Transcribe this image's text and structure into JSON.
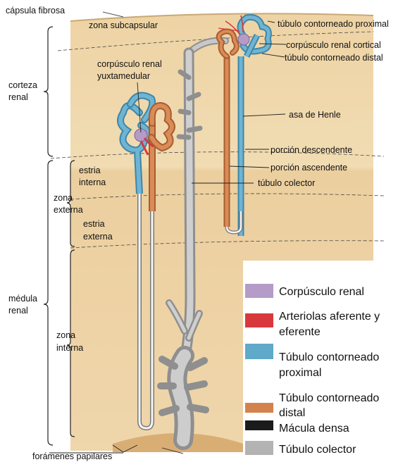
{
  "labels": {
    "capsula_fibrosa": "cápsula fibrosa",
    "zona_subcapsular": "zona subcapsular",
    "corteza_renal_1": "corteza",
    "corteza_renal_2": "renal",
    "corpusculo_yuxta_1": "corpúsculo renal",
    "corpusculo_yuxta_2": "yuxtamedular",
    "tubulo_contorneado_proximal": "túbulo contorneado proximal",
    "corpusculo_renal_cortical": "corpúsculo renal cortical",
    "tubulo_contorneado_distal": "túbulo contorneado distal",
    "asa_de_henle": "asa de Henle",
    "porcion_descendente": "porción descendente",
    "porcion_ascendente": "porción ascendente",
    "tubulo_colector": "túbulo colector",
    "estria_interna_1": "estria",
    "estria_interna_2": "interna",
    "zona_externa_1": "zona",
    "zona_externa_2": "externa",
    "estria_externa_1": "estria",
    "estria_externa_2": "externa",
    "medula_renal_1": "médula",
    "medula_renal_2": "renal",
    "zona_interna_1": "zona",
    "zona_interna_2": "interna",
    "foramenes_papilares": "forámenes papilares"
  },
  "legend": [
    {
      "lines": [
        "Corpúsculo renal"
      ],
      "color": "#b49bc8"
    },
    {
      "lines": [
        "Arteriolas aferente y",
        "eferente"
      ],
      "color": "#d8383c"
    },
    {
      "lines": [
        "Túbulo contorneado",
        "proximal"
      ],
      "color": "#5fa9c9"
    },
    {
      "lines": [
        "Túbulo contorneado",
        "distal"
      ],
      "color": "#d4824d"
    },
    {
      "lines": [
        "Mácula densa"
      ],
      "color": "#1b1b1b"
    },
    {
      "lines": [
        "Túbulo colector"
      ],
      "color": "#b3b3b3"
    }
  ],
  "colors": {
    "tissue_cortex": "#f0dbb0",
    "tissue_medulla": "#efd5aa",
    "proximal": "#5fa9c9",
    "distal": "#d4824d",
    "collector": "#b3b3b3",
    "corpuscle": "#b49bc8",
    "arteriole": "#d8383c"
  }
}
